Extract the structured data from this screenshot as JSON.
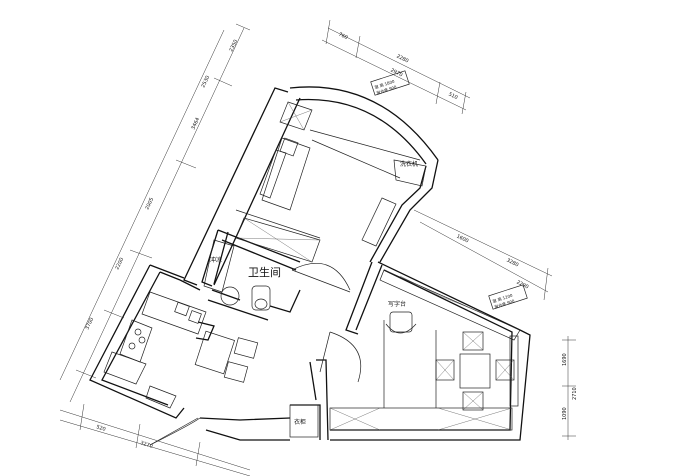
{
  "rooms": {
    "bathroom": "卫生间",
    "shower": "冲凉",
    "desk": "写字台",
    "wardrobe": "衣柜",
    "water_heater": "洗衣机"
  },
  "dimensions": {
    "top_a": "760",
    "top_b": "2280",
    "top_c": "2970",
    "top_d": "510",
    "left_a": "2350",
    "left_b": "2530",
    "left_c": "3464",
    "left_d": "2005",
    "left_e": "2200",
    "left_f": "3700",
    "right_a": "1600",
    "right_b": "3280",
    "right_c": "2290",
    "right_d": "1690",
    "right_e": "1090",
    "bottom_a": "520",
    "bottom_b": "3270",
    "bottom_c": "2710"
  },
  "notes": {
    "note_top_1": "窗 高 1800",
    "note_top_2": "窗台高 900",
    "note_mid_1": "窗 高 1200",
    "note_mid_2": "窗台高 900"
  }
}
